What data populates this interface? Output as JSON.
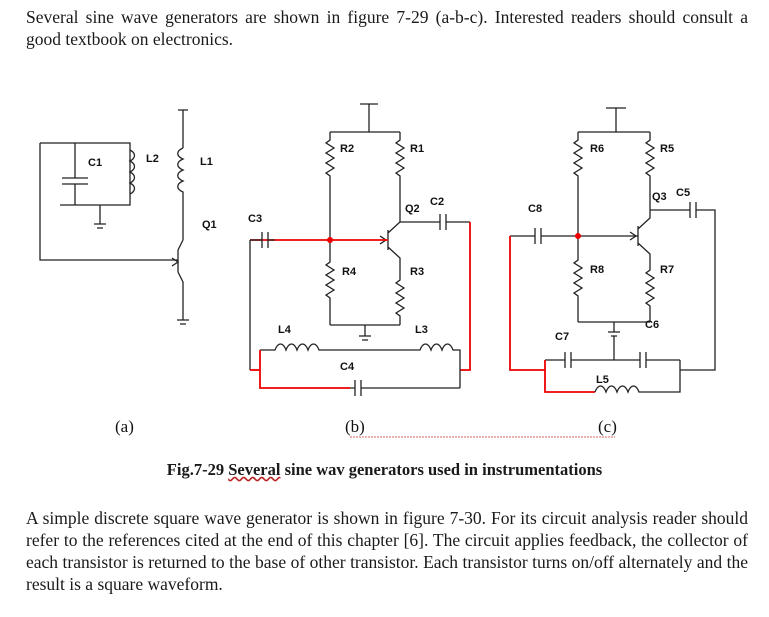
{
  "intro_text": "Several sine wave generators are shown in figure 7-29 (a-b-c).  Interested readers should consult a good textbook on electronics.",
  "figure": {
    "labels": {
      "c1": "C1",
      "l2": "L2",
      "l1": "L1",
      "q1": "Q1",
      "r2": "R2",
      "r1": "R1",
      "q2": "Q2",
      "c2": "C2",
      "c3": "C3",
      "r4": "R4",
      "r3": "R3",
      "l4": "L4",
      "l3": "L3",
      "c4": "C4",
      "r6": "R6",
      "r5": "R5",
      "q3": "Q3",
      "c5": "C5",
      "c8": "C8",
      "r8": "R8",
      "r7": "R7",
      "c6": "C6",
      "c7": "C7",
      "l5": "L5"
    },
    "sub_a": "(a)",
    "sub_b": "(b)",
    "sub_c": "(c)"
  },
  "caption": {
    "prefix": "Fig.7-29 ",
    "underlined": "Several",
    "suffix": " sine wav generators used in instrumentations"
  },
  "body_text": "A simple discrete square wave generator is shown in figure 7-30.  For its circuit analysis reader should refer to the references cited at the end of this chapter [6].  The circuit applies feedback, the collector of each transistor is returned to the base of other transistor. Each transistor turns on/off alternately and the result is a square waveform.",
  "colors": {
    "wire": "#222222",
    "feedback_wire": "#ee0000"
  }
}
